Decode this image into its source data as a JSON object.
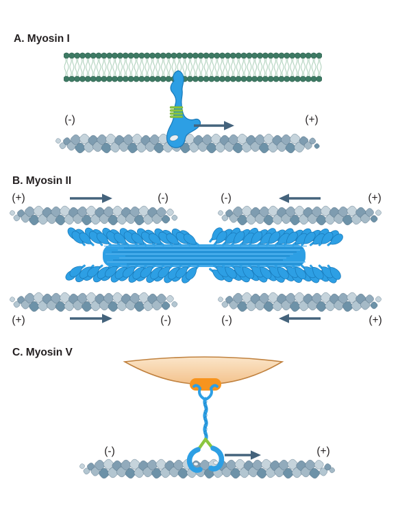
{
  "figure": {
    "panels": {
      "a": {
        "title": "A. Myosin I",
        "minus_label": "(-)",
        "plus_label": "(+)"
      },
      "b": {
        "title": "B. Myosin II",
        "labels": {
          "tl_plus": "(+)",
          "tl_minus": "(-)",
          "tr_minus": "(-)",
          "tr_plus": "(+)",
          "bl_plus": "(+)",
          "bl_minus": "(-)",
          "br_minus": "(-)",
          "br_plus": "(+)"
        }
      },
      "c": {
        "title": "C. Myosin V",
        "minus_label": "(-)",
        "plus_label": "(+)"
      }
    },
    "colors": {
      "text": "#231f20",
      "arrow": "#44637c",
      "myosin_blue": "#2d9fe4",
      "myosin_blue_dark": "#1878b8",
      "light_chain_green": "#8cc63f",
      "lipid_head_green": "#3e7a64",
      "lipid_tail_green": "#a9ceb7",
      "vesicle_fill_top": "#fbe7cc",
      "vesicle_fill_bottom": "#f2bc82",
      "vesicle_stroke": "#c0813e",
      "receptor_orange": "#f7941e",
      "actin_shades": [
        "#c6d4dc",
        "#b3c6d1",
        "#92abbc",
        "#6d92a8",
        "#7e9cb0",
        "#a5bac7"
      ]
    }
  }
}
